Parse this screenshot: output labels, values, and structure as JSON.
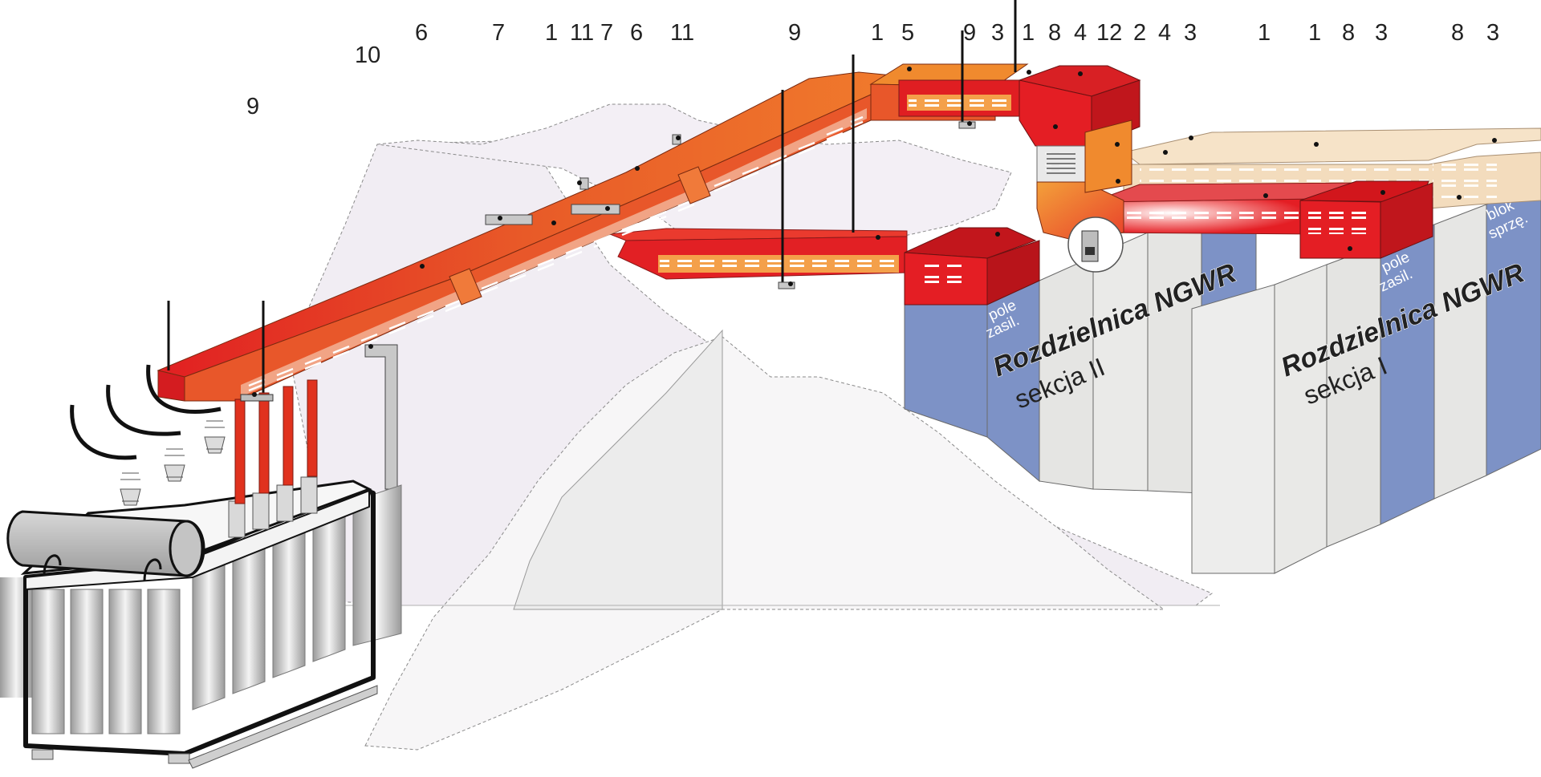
{
  "diagram": {
    "callouts": [
      "9",
      "10",
      "6",
      "7",
      "1",
      "11",
      "7",
      "6",
      "11",
      "9",
      "1",
      "5",
      "9",
      "3",
      "1",
      "8",
      "4",
      "12",
      "2",
      "4",
      "3",
      "1",
      "1",
      "8",
      "3",
      "8",
      "3"
    ],
    "switchgear_section_2": {
      "title": "Rozdzielnica NGWR",
      "subtitle": "sekcja II",
      "field_label_line1": "pole",
      "field_label_line2": "zasil."
    },
    "switchgear_section_1": {
      "title": "Rozdzielnica NGWR",
      "subtitle": "sekcja I",
      "field_label_line1": "pole",
      "field_label_line2": "zasil.",
      "block_label_line1": "blok",
      "block_label_line2": "sprzę."
    },
    "colors": {
      "busbar_orange": "#e8642a",
      "busbar_red": "#e01e22",
      "busbar_peach": "#f3dcbd",
      "cabinet_grey": "#e8e8e6",
      "cabinet_blue": "#7d92c6",
      "wall": "#f2eef4",
      "transformer": "#c8c8c8"
    }
  }
}
